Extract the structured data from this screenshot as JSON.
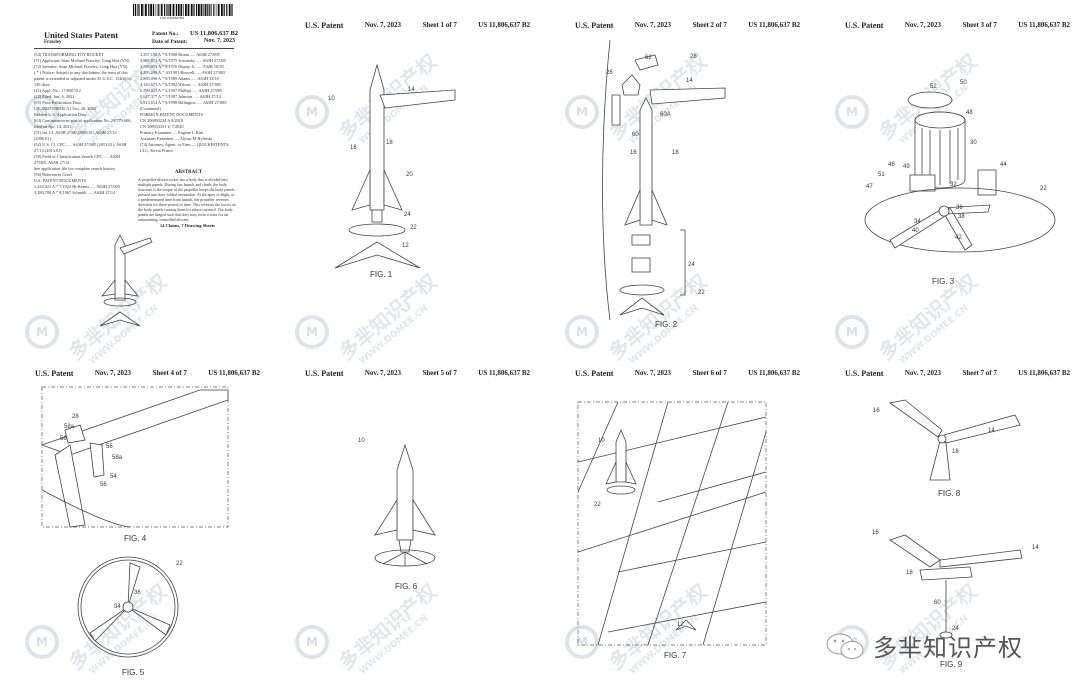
{
  "patent": {
    "number": "US 11,806,637 B2",
    "date": "Nov. 7, 2023",
    "header_label": "U.S. Patent"
  },
  "front_page": {
    "barcode_number": "US011806637B2",
    "title": "United States Patent",
    "inventor_surname": "Frawley",
    "patent_no_label": "Patent No.:",
    "patent_no": "US 11,806,637 B2",
    "date_label": "Date of Patent:",
    "date": "Nov. 7, 2023",
    "left_column": [
      "(54) TRANSFORMING TOY ROCKET",
      "(71) Applicant: Sean Michael Frawley, Cong Hoa (VN)",
      "(72) Inventor: Sean Michael Frawley, Cong Hoa (VN)",
      "( * ) Notice: Subject to any disclaimer, the term of this patent is extended or adjusted under 35 U.S.C. 154(b) by 130 days.",
      "(21) Appl. No.: 17/830,912",
      "(22) Filed: Jun. 6, 2022",
      "(65) Prior Publication Data",
      "US 2022/0339549 A1  Oct. 20, 2022",
      "Related U.S. Application Data",
      "(63) Continuation-in-part of application No. 29/779,606, filed on Apr. 14, 2021.",
      "(51) Int. Cl.  A63H 27/00 (2006.01)  A63H 27/14 (2006.01)",
      "(52) U.S. Cl.  CPC ..... A63H 27/005 (2013.01); A63H 27/14 (2013.01)",
      "(58) Field of Classification Search  CPC ..... A63H 27/005; A63H 27/14",
      "See application file for complete search history.",
      "(56) References Cited",
      "U.S. PATENT DOCUMENTS",
      "1,433,021 A * 7/1922 Hi-Kemis ..... A63H 27/005",
      "3,280,700 A * 8/1967 Schmidt ..... A63H 27/14"
    ],
    "right_column": [
      "3,357,190 A * 8/1968 Brunn ..... A63H 27/005",
      "3,905,073 A * 9/1975 Sowinsky ..... A63H 27/005",
      "3,995,013 A * 9/1976 Dupuy, Jr. ..... F42B 10/50",
      "4,295,290 A * 10/1981 Boswell ..... A63H 27/005",
      "4,869,096 A * 9/1989 Adams ..... A63H 33/18",
      "4,145,671 A * 9/1992 Wilson ..... A63H 27/005",
      "5,599,221 A * 2/1997 Phillips ..... A63H 27/005",
      "5,647,377 A * 7/1997 Johnson ..... A63H 27/14",
      "5,813,614 A * 9/1998 Billington ..... A63H 27/005",
      "(Continued)",
      "FOREIGN PATENT DOCUMENTS",
      "CN 206892234 A  8/2018",
      "CN 108933331 U  7/2020",
      "Primary Examiner — Eugene L Kim",
      "Assistant Examiner — Alyssa M Hylinski",
      "(74) Attorney, Agent, or Firm — QUICKPATENTS, LLC; Kevin Prince"
    ],
    "abstract_heading": "ABSTRACT",
    "abstract": "A propeller-driven rocket has a body that is divided into multiple panels. During fast launch and climb, the body structure is the torque of the propeller keeps the body panels pressed into their folded orientation. At the apex of flight, or a predetermined time from launch, the propeller reverses direction for three-period of time. This reverses the forces on the body panels causing them to release outward. The body panels are hinged such that they may form a rotor for an autorotating, controlled descent.",
    "claims": "14 Claims, 7 Drawing Sheets"
  },
  "sheets": [
    {
      "label": "Sheet 1 of 7"
    },
    {
      "label": "Sheet 2 of 7"
    },
    {
      "label": "Sheet 3 of 7"
    },
    {
      "label": "Sheet 4 of 7"
    },
    {
      "label": "Sheet 5 of 7"
    },
    {
      "label": "Sheet 6 of 7"
    },
    {
      "label": "Sheet 7 of 7"
    }
  ],
  "figures": {
    "fig1": {
      "caption": "FIG. 1",
      "labels": [
        "10",
        "14",
        "16",
        "18",
        "20",
        "24",
        "22",
        "12"
      ]
    },
    "fig2": {
      "caption": "FIG. 2",
      "labels": [
        "62",
        "28",
        "26",
        "14",
        "60A",
        "60",
        "16",
        "18",
        "24",
        "22"
      ]
    },
    "fig3": {
      "caption": "FIG. 3",
      "labels": [
        "52",
        "50",
        "48",
        "30",
        "44",
        "46",
        "49",
        "51",
        "47",
        "32",
        "22",
        "36",
        "38",
        "34",
        "40",
        "42"
      ]
    },
    "fig4": {
      "caption": "FIG. 4",
      "labels": [
        "28",
        "58a",
        "56",
        "56",
        "58a",
        "54",
        "56"
      ]
    },
    "fig5": {
      "caption": "FIG. 5",
      "labels": [
        "22",
        "36",
        "34"
      ]
    },
    "fig6": {
      "caption": "FIG. 6",
      "labels": [
        "10"
      ]
    },
    "fig7": {
      "caption": "FIG. 7",
      "labels": [
        "10",
        "22",
        "12"
      ]
    },
    "fig8": {
      "caption": "FIG. 8",
      "labels": [
        "16",
        "14",
        "18"
      ]
    },
    "fig9": {
      "caption": "FIG. 9",
      "labels": [
        "16",
        "14",
        "18",
        "60",
        "24"
      ]
    }
  },
  "watermark": {
    "brand_cn": "多芈知识产权",
    "url": "WWW.DOMEE.CN",
    "logo": "M"
  },
  "wechat_badge": {
    "icon": "wechat-icon",
    "text": "多芈知识产权"
  }
}
